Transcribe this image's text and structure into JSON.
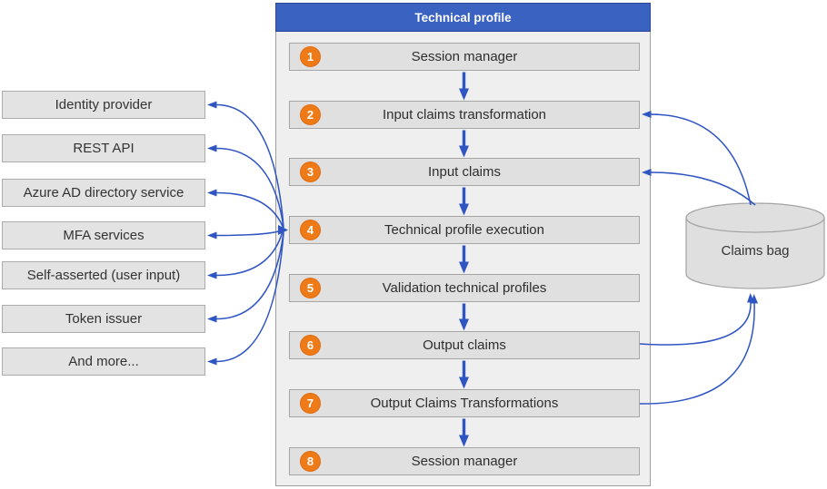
{
  "diagram": {
    "panel_title": "Technical profile",
    "steps": [
      {
        "number": "1",
        "label": "Session manager"
      },
      {
        "number": "2",
        "label": "Input claims transformation"
      },
      {
        "number": "3",
        "label": "Input claims"
      },
      {
        "number": "4",
        "label": "Technical profile execution"
      },
      {
        "number": "5",
        "label": "Validation technical profiles"
      },
      {
        "number": "6",
        "label": "Output claims"
      },
      {
        "number": "7",
        "label": "Output Claims Transformations"
      },
      {
        "number": "8",
        "label": "Session manager"
      }
    ],
    "providers": [
      "Identity provider",
      "REST API",
      "Azure AD directory service",
      "MFA services",
      "Self-asserted (user input)",
      "Token issuer",
      "And more..."
    ],
    "claims_store_label": "Claims bag",
    "colors": {
      "header_blue": "#3a62c0",
      "header_border_blue": "#2b4696",
      "arrow_blue": "#2f55c2",
      "badge_orange": "#ee7b18",
      "box_fill": "#e0e0e0",
      "panel_fill": "#efefef",
      "cylinder_fill": "#dfdfdf"
    }
  }
}
